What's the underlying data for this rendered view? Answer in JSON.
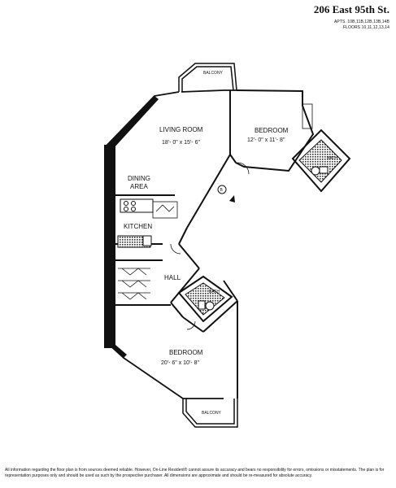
{
  "header": {
    "title": "206 East 95th St.",
    "apts": "APTS. 10B,11B,12B,13B,14B",
    "floors": "FLOORS 10,11,12,13,14"
  },
  "rooms": {
    "balcony_top": "BALCONY",
    "living_room": "LIVING ROOM",
    "living_dims": "18'- 0\" x 15'- 6\"",
    "bedroom_top": "BEDROOM",
    "bedroom_top_dims": "12'- 0\" x 11'- 8\"",
    "bath_top": "BATH",
    "dining_line1": "DINING",
    "dining_line2": "AREA",
    "kitchen": "KITCHEN",
    "hall": "HALL",
    "bath_mid": "BATH",
    "bedroom_bottom": "BEDROOM",
    "bedroom_bottom_dims": "20'- 6\" x 10'- 8\"",
    "balcony_bottom": "BALCONY",
    "entry_marker": "B"
  },
  "disclaimer": "All information regarding the floor plan is from sources deemed reliable. However, On-Line Resident® cannot assure its accuracy and bears no responsibility for errors, omissions or misstatements. The plan is for representation purposes only and should be used as such by the prospective purchaser. All dimensions are approximate and should be re-measured for absolute accuracy."
}
